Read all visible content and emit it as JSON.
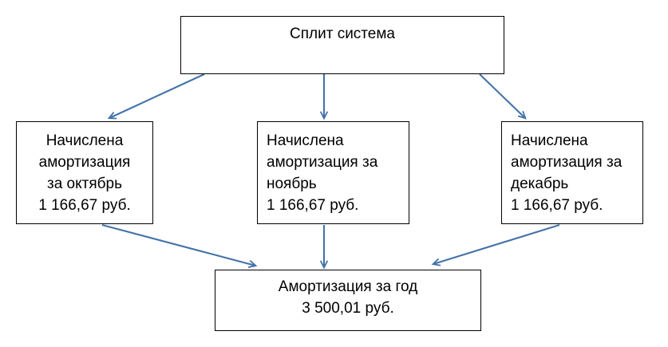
{
  "diagram": {
    "type": "flowchart",
    "title_node": {
      "id": "split-system",
      "text": "Сплит система"
    },
    "month_nodes": [
      {
        "id": "october",
        "text": "Начислена\nамортизация\nза октябрь\n1 166,67 руб.",
        "label": "Начислена амортизация за октябрь",
        "amount": "1 166,67 руб."
      },
      {
        "id": "november",
        "text": "Начислена\nамортизация за\nноябрь\n1 166,67 руб.",
        "label": "Начислена амортизация за ноябрь",
        "amount": "1 166,67 руб."
      },
      {
        "id": "december",
        "text": "Начислена\nамортизация за\nдекабрь\n1 166,67 руб.",
        "label": "Начислена амортизация за декабрь",
        "amount": "1 166,67 руб."
      }
    ],
    "total_node": {
      "id": "year-total",
      "text": "Амортизация за год\n3 500,01 руб.",
      "label": "Амортизация за год",
      "amount": "3 500,01 руб."
    },
    "colors": {
      "arrow": "#4472a8",
      "border": "#000000",
      "background": "#ffffff",
      "text": "#000000"
    },
    "connectors": [
      {
        "from": "split-system",
        "to": "october",
        "direction": "down-left"
      },
      {
        "from": "split-system",
        "to": "november",
        "direction": "down"
      },
      {
        "from": "split-system",
        "to": "december",
        "direction": "down-right"
      },
      {
        "from": "october",
        "to": "year-total",
        "direction": "down-right"
      },
      {
        "from": "november",
        "to": "year-total",
        "direction": "down"
      },
      {
        "from": "december",
        "to": "year-total",
        "direction": "down-left"
      }
    ]
  }
}
